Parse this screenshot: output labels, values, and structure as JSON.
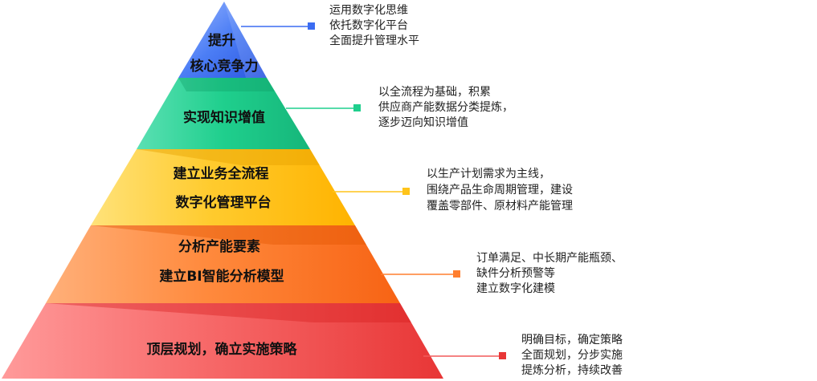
{
  "colors": {
    "blue": "#3b6cf2",
    "green": "#1fcf8d",
    "yellow": "#ffc41a",
    "orange": "#ff7e2e",
    "red": "#f25a5a"
  },
  "tiers": [
    {
      "label_lines": [
        "提升",
        "核心竞争力"
      ],
      "description_lines": [
        "运用数字化思维",
        "依托数字化平台",
        "全面提升管理水平"
      ]
    },
    {
      "label_lines": [
        "实现知识增值"
      ],
      "description_lines": [
        "以全流程为基础，积累",
        "供应商产能数据分类提炼，",
        "逐步迈向知识增值"
      ]
    },
    {
      "label_lines": [
        "建立业务全流程",
        "数字化管理平台"
      ],
      "description_lines": [
        "以生产计划需求为主线，",
        "围绕产品生命周期管理，建设",
        "覆盖零部件、原材料产能管理"
      ]
    },
    {
      "label_lines": [
        "分析产能要素",
        "建立BI智能分析模型"
      ],
      "description_lines": [
        "订单满足、中长期产能瓶颈、",
        "缺件分析预警等",
        "建立数字化建模"
      ]
    },
    {
      "label_lines": [
        "顶层规划，确立实施策略"
      ],
      "description_lines": [
        "明确目标，确定策略",
        "全面规划，分步实施",
        "提炼分析，持续改善"
      ]
    }
  ]
}
